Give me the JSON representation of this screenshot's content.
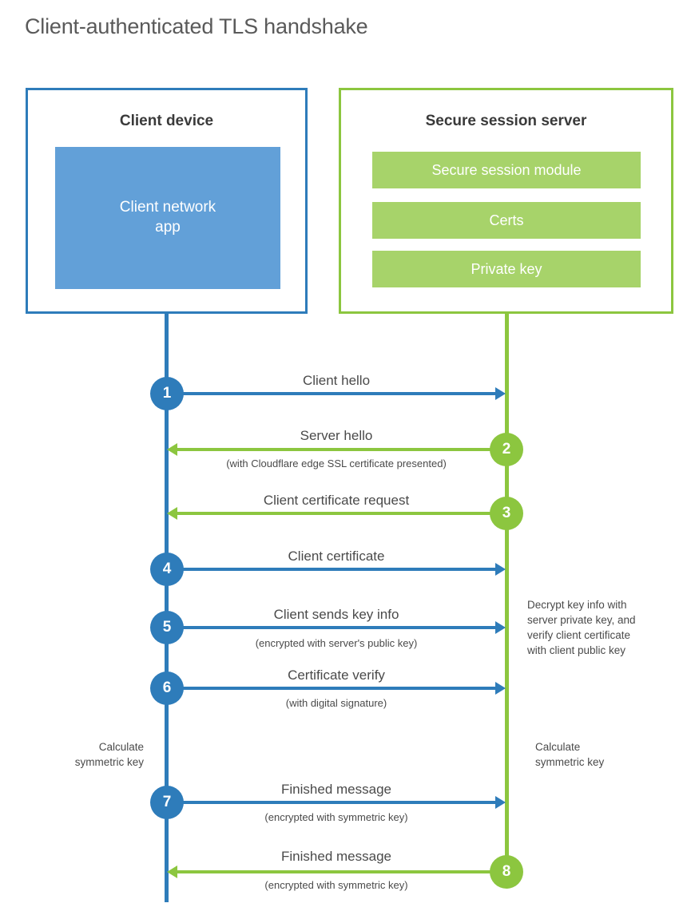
{
  "diagram": {
    "title": "Client-authenticated TLS handshake",
    "colors": {
      "client_blue": "#2e7cba",
      "client_app_fill": "#62a0d8",
      "server_green": "#8cc63f",
      "server_bar_fill": "#a7d36a",
      "text_gray": "#4a4a4a",
      "title_gray": "#5a5a5a",
      "background": "#ffffff"
    },
    "actors": [
      {
        "id": "client",
        "title": "Client device",
        "accent": "#2e7cba",
        "components": [
          {
            "label": "Client network app"
          }
        ]
      },
      {
        "id": "server",
        "title": "Secure session server",
        "accent": "#8cc63f",
        "components": [
          {
            "label": "Secure session module"
          },
          {
            "label": "Certs"
          },
          {
            "label": "Private key"
          }
        ]
      }
    ],
    "client_app_line1": "Client network",
    "client_app_line2": "app",
    "steps": [
      {
        "number": "1",
        "label": "Client hello",
        "sub": "",
        "direction": "right",
        "color": "blue"
      },
      {
        "number": "2",
        "label": "Server hello",
        "sub": "(with Cloudflare edge SSL certificate presented)",
        "direction": "left",
        "color": "green"
      },
      {
        "number": "3",
        "label": "Client certificate request",
        "sub": "",
        "direction": "left",
        "color": "green"
      },
      {
        "number": "4",
        "label": "Client certificate",
        "sub": "",
        "direction": "right",
        "color": "blue"
      },
      {
        "number": "5",
        "label": "Client sends key info",
        "sub": "(encrypted with server's public key)",
        "direction": "right",
        "color": "blue"
      },
      {
        "number": "6",
        "label": "Certificate verify",
        "sub": "(with digital signature)",
        "direction": "right",
        "color": "blue"
      },
      {
        "number": "7",
        "label": "Finished message",
        "sub": "(encrypted with symmetric key)",
        "direction": "right",
        "color": "blue"
      },
      {
        "number": "8",
        "label": "Finished message",
        "sub": "(encrypted with symmetric key)",
        "direction": "left",
        "color": "green"
      }
    ],
    "annotations": {
      "server_decrypt": "Decrypt key info with server private key, and verify client certificate with client public key",
      "server_decrypt_lines": [
        "Decrypt key info with",
        "server private key, and",
        "verify client certificate",
        "with client public key"
      ],
      "client_calc_line1": "Calculate",
      "client_calc_line2": "symmetric key",
      "server_calc_line1": "Calculate",
      "server_calc_line2": "symmetric key"
    }
  }
}
